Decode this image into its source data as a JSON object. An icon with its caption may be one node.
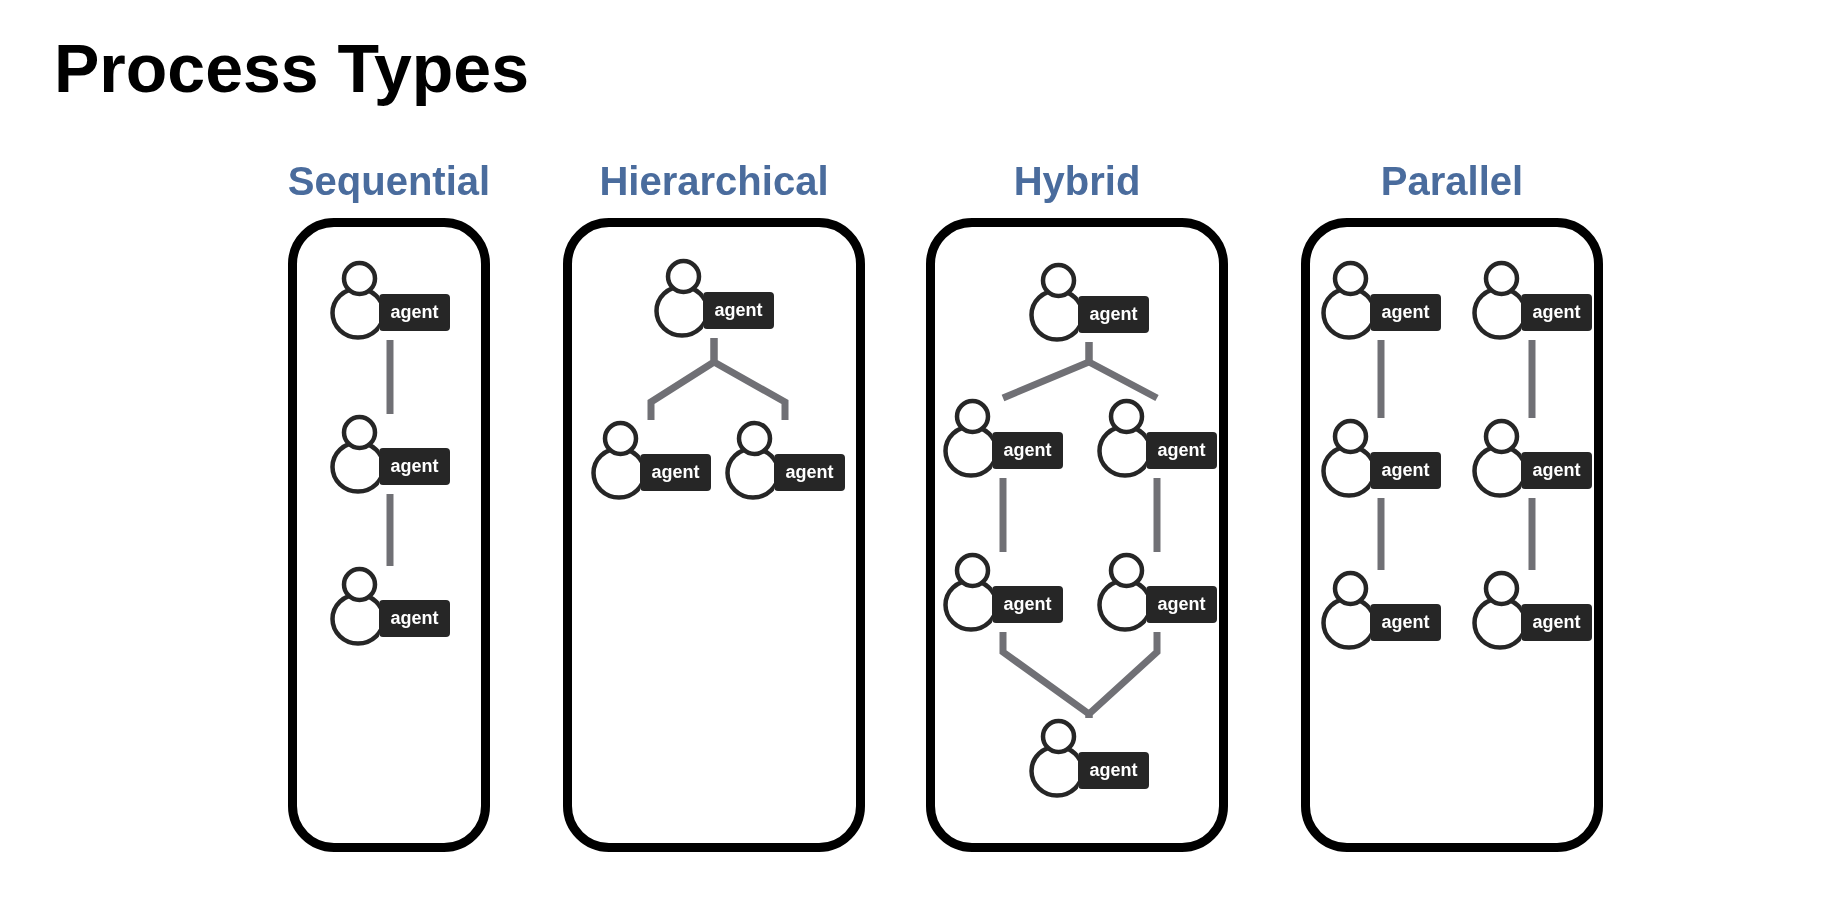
{
  "diagram": {
    "title": "Process Types",
    "nodes": [
      {
        "text": [
          "Sequential"
        ]
      },
      {
        "text": [
          "agent"
        ],
        "in": 0
      },
      {
        "text": [
          "agent"
        ],
        "in": 0
      },
      {
        "text": [
          "agent"
        ],
        "in": 0
      },
      {
        "text": [
          "Hierarchical"
        ]
      },
      {
        "text": [
          "agent"
        ],
        "in": 4
      },
      {
        "text": [
          "agent"
        ],
        "in": 4
      },
      {
        "text": [
          "agent"
        ],
        "in": 4
      },
      {
        "text": [
          "Hybrid"
        ]
      },
      {
        "text": [
          "agent"
        ],
        "in": 8
      },
      {
        "text": [
          "agent"
        ],
        "in": 8
      },
      {
        "text": [
          "agent"
        ],
        "in": 8
      },
      {
        "text": [
          "agent"
        ],
        "in": 8
      },
      {
        "text": [
          "agent"
        ],
        "in": 8
      },
      {
        "text": [
          "agent"
        ],
        "in": 8
      },
      {
        "text": [
          "Parallel"
        ]
      },
      {
        "text": [
          "agent"
        ],
        "in": 15
      },
      {
        "text": [
          "agent"
        ],
        "in": 15
      },
      {
        "text": [
          "agent"
        ],
        "in": 15
      },
      {
        "text": [
          "agent"
        ],
        "in": 15
      },
      {
        "text": [
          "agent"
        ],
        "in": 15
      },
      {
        "text": [
          "agent"
        ],
        "in": 15
      }
    ],
    "edges": [
      {
        "from": 1,
        "to": 2,
        "arrow": "none"
      },
      {
        "from": 2,
        "to": 3,
        "arrow": "none"
      },
      {
        "from": 5,
        "to": 6,
        "arrow": "none"
      },
      {
        "from": 5,
        "to": 7,
        "arrow": "none"
      },
      {
        "from": 9,
        "to": 10,
        "arrow": "none"
      },
      {
        "from": 9,
        "to": 11,
        "arrow": "none"
      },
      {
        "from": 10,
        "to": 12,
        "arrow": "none"
      },
      {
        "from": 11,
        "to": 13,
        "arrow": "none"
      },
      {
        "from": 12,
        "to": 14,
        "arrow": "none"
      },
      {
        "from": 13,
        "to": 14,
        "arrow": "none"
      },
      {
        "from": 16,
        "to": 18,
        "arrow": "none"
      },
      {
        "from": 18,
        "to": 20,
        "arrow": "none"
      },
      {
        "from": 17,
        "to": 19,
        "arrow": "none"
      },
      {
        "from": 19,
        "to": 21,
        "arrow": "none"
      }
    ]
  }
}
